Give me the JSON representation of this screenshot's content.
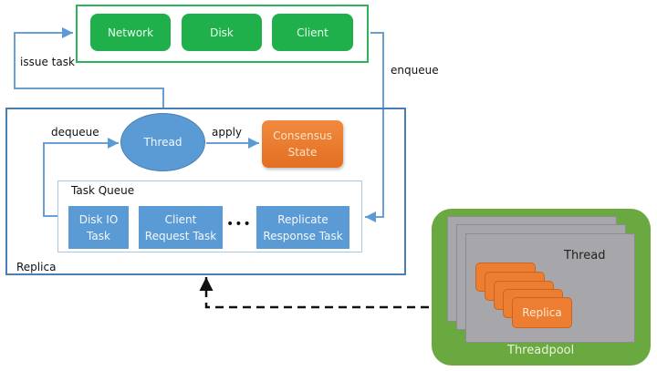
{
  "io_group": {
    "items": [
      {
        "label": "Network"
      },
      {
        "label": "Disk"
      },
      {
        "label": "Client"
      }
    ]
  },
  "edges": {
    "issue_task": "issue task",
    "enqueue": "enqueue",
    "dequeue": "dequeue",
    "apply": "apply"
  },
  "replica": {
    "label": "Replica",
    "thread_label": "Thread",
    "consensus_state": {
      "line1": "Consensus",
      "line2": "State"
    },
    "task_queue": {
      "title": "Task Queue",
      "ellipsis": "•••",
      "tasks": [
        {
          "line1": "Disk IO",
          "line2": "Task"
        },
        {
          "line1": "Client",
          "line2": "Request Task"
        },
        {
          "line1": "Replicate",
          "line2": "Response Task"
        }
      ]
    }
  },
  "threadpool": {
    "label": "Threadpool",
    "thread_label": "Thread",
    "replica_label": "Replica"
  },
  "colors": {
    "green": "#1faf4b",
    "green_border": "#2fb35a",
    "blue": "#5b9bd5",
    "blue_border": "#4a7fb5",
    "orange": "#ed7d31",
    "pool_green": "#6aa93f",
    "thread_gray": "#a6a6ab"
  }
}
